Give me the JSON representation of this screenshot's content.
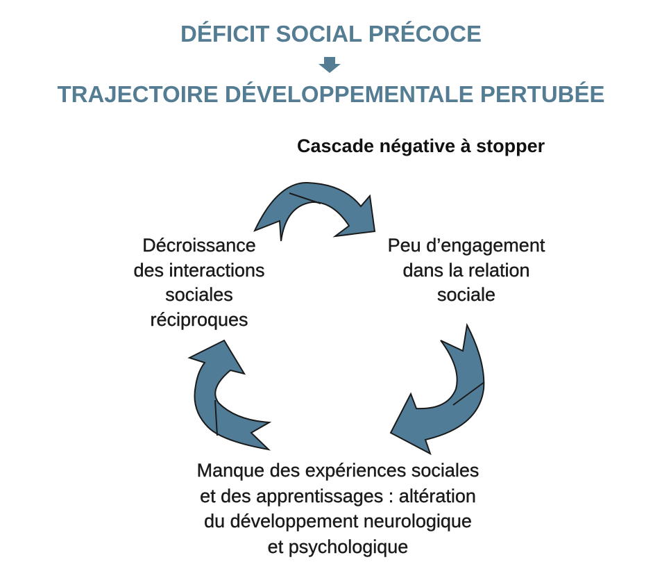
{
  "title": {
    "line1": "DÉFICIT SOCIAL PRÉCOCE",
    "line2": "TRAJECTOIRE DÉVELOPPEMENTALE PERTUBÉE"
  },
  "subtitle": "Cascade négative à stopper",
  "cycle": {
    "left": [
      "Décroissance",
      "des interactions",
      "sociales",
      "réciproques"
    ],
    "right": [
      "Peu d’engagement",
      "dans la relation",
      "sociale"
    ],
    "bottom": [
      "Manque des expériences sociales",
      "et des apprentissages : altération",
      "du développement neurologique",
      "et psychologique"
    ]
  },
  "colors": {
    "title": "#547c93",
    "arrow": "#507c98"
  }
}
